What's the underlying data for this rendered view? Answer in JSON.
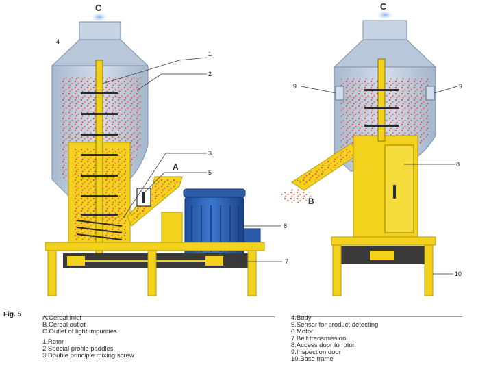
{
  "labels": {
    "c_left": "C",
    "c_right": "C",
    "a": "A",
    "b": "B",
    "n1": "1",
    "n2": "2",
    "n3": "3",
    "n4": "4",
    "n5": "5",
    "n6": "6",
    "n7": "7",
    "n8": "8",
    "n9_left": "9",
    "n9_right": "9",
    "n10": "10"
  },
  "caption": {
    "fig": "Fig. 5",
    "legend_left": [
      "A.Cereal inlet",
      "B.Cereal outlet",
      "C.Outlet of light impurities",
      "1.Rotor",
      "2.Special profile paddles",
      "3.Double principle mixing screw"
    ],
    "legend_right": [
      "4.Body",
      "5.Sensor for product detecting",
      "6.Motor",
      "7.Belt transmission",
      "8.Access door to rotor",
      "9.Inspection door",
      "10.Base frame"
    ]
  },
  "colors": {
    "frame_yellow": "#f2d21c",
    "body_blue": "#b9c9dc",
    "motor_blue": "#2f63b6",
    "grain_red": "#e0574b",
    "dark": "#2b2b2b"
  }
}
